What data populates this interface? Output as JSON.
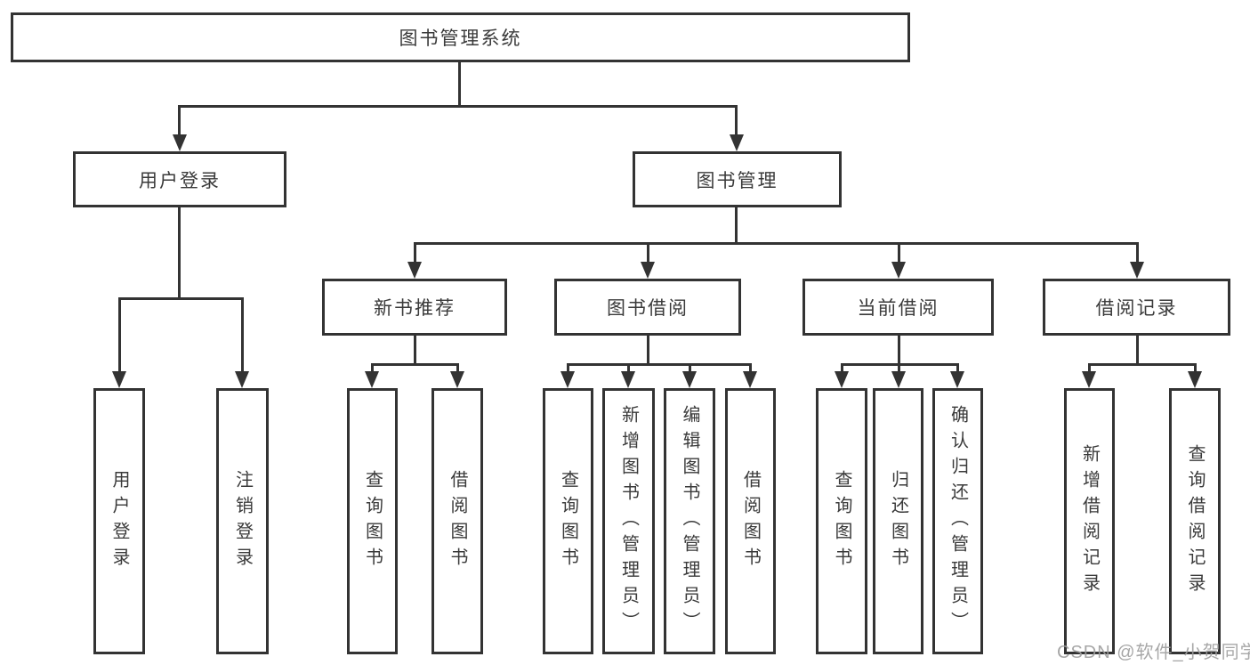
{
  "diagram": {
    "root": {
      "label": "图书管理系统"
    },
    "level2": [
      {
        "label": "用户登录"
      },
      {
        "label": "图书管理"
      }
    ],
    "level3": [
      {
        "label": "新书推荐",
        "parent": "图书管理"
      },
      {
        "label": "图书借阅",
        "parent": "图书管理"
      },
      {
        "label": "当前借阅",
        "parent": "图书管理"
      },
      {
        "label": "借阅记录",
        "parent": "图书管理"
      }
    ],
    "leaves": [
      {
        "label": "用户登录",
        "parent": "用户登录"
      },
      {
        "label": "注销登录",
        "parent": "用户登录"
      },
      {
        "label": "查询图书",
        "parent": "新书推荐"
      },
      {
        "label": "借阅图书",
        "parent": "新书推荐"
      },
      {
        "label": "查询图书",
        "parent": "图书借阅"
      },
      {
        "label": "新增图书（管理员）",
        "parent": "图书借阅"
      },
      {
        "label": "编辑图书（管理员）",
        "parent": "图书借阅"
      },
      {
        "label": "借阅图书",
        "parent": "图书借阅"
      },
      {
        "label": "查询图书",
        "parent": "当前借阅"
      },
      {
        "label": "归还图书",
        "parent": "当前借阅"
      },
      {
        "label": "确认归还（管理员）",
        "parent": "当前借阅"
      },
      {
        "label": "新增借阅记录",
        "parent": "借阅记录"
      },
      {
        "label": "查询借阅记录",
        "parent": "借阅记录"
      }
    ],
    "colors": {
      "line": "#333333",
      "text": "#3a3a3a",
      "background": "#ffffff",
      "watermark": "#9e9e9e"
    }
  },
  "watermark": {
    "text": "CSDN @软件_小贺同学"
  }
}
